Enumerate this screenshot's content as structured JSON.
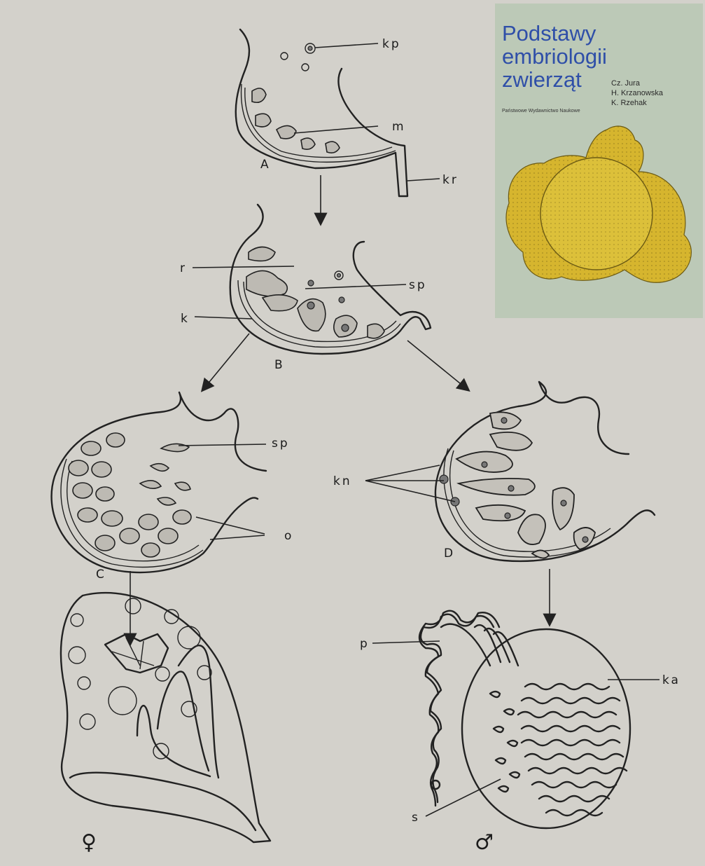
{
  "diagram": {
    "labels": {
      "kp": "kp",
      "m": "m",
      "kr": "kr",
      "r": "r",
      "sp_b": "sp",
      "k": "k",
      "sp_c": "sp",
      "kn": "kn",
      "o": "o",
      "p": "p",
      "ka": "ka",
      "s": "s"
    },
    "stages": {
      "A": "A",
      "B": "B",
      "C": "C",
      "D": "D"
    },
    "symbols": {
      "female": "♀",
      "male": "♂"
    }
  },
  "book": {
    "title_lines": [
      "Podstawy",
      "embriologii",
      "zwierząt"
    ],
    "authors": [
      "Cz. Jura",
      "H. Krzanowska",
      "K. Rzehak"
    ],
    "publisher": "Państwowe Wydawnictwo Naukowe"
  },
  "colors": {
    "paper": "#d3d1cb",
    "ink": "#222222",
    "book_cover": "#bcc9b7",
    "book_title": "#2f4fa8",
    "embryo_yellow": "#d6b52e"
  }
}
